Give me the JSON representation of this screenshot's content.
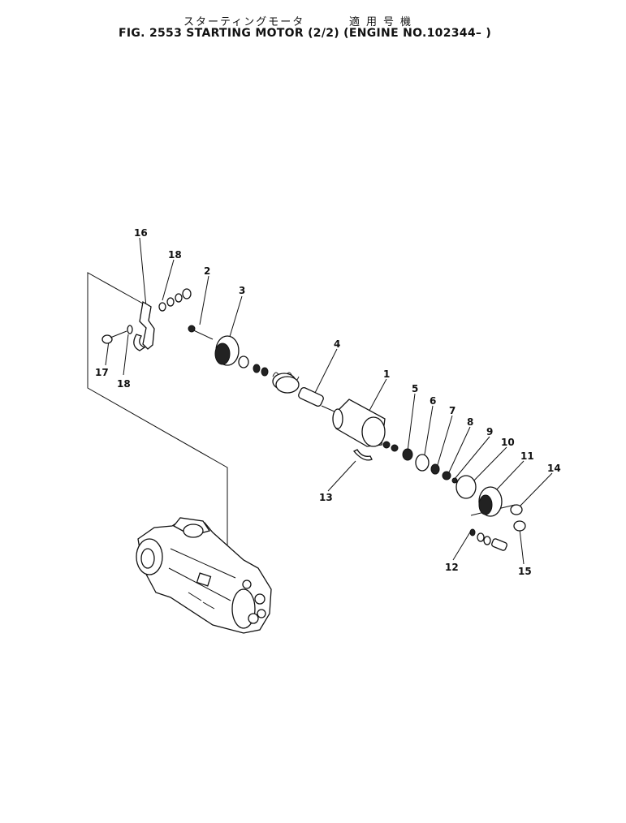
{
  "header": {
    "japanese_title": "スターティングモータ",
    "applicability": "適用号機",
    "figure_title": "FIG. 2553  STARTING MOTOR (2/2) (ENGINE NO.102344– )"
  },
  "callouts": [
    "16",
    "18",
    "2",
    "3",
    "17",
    "18",
    "4",
    "1",
    "5",
    "6",
    "7",
    "8",
    "9",
    "10",
    "11",
    "14",
    "13",
    "12",
    "15"
  ]
}
